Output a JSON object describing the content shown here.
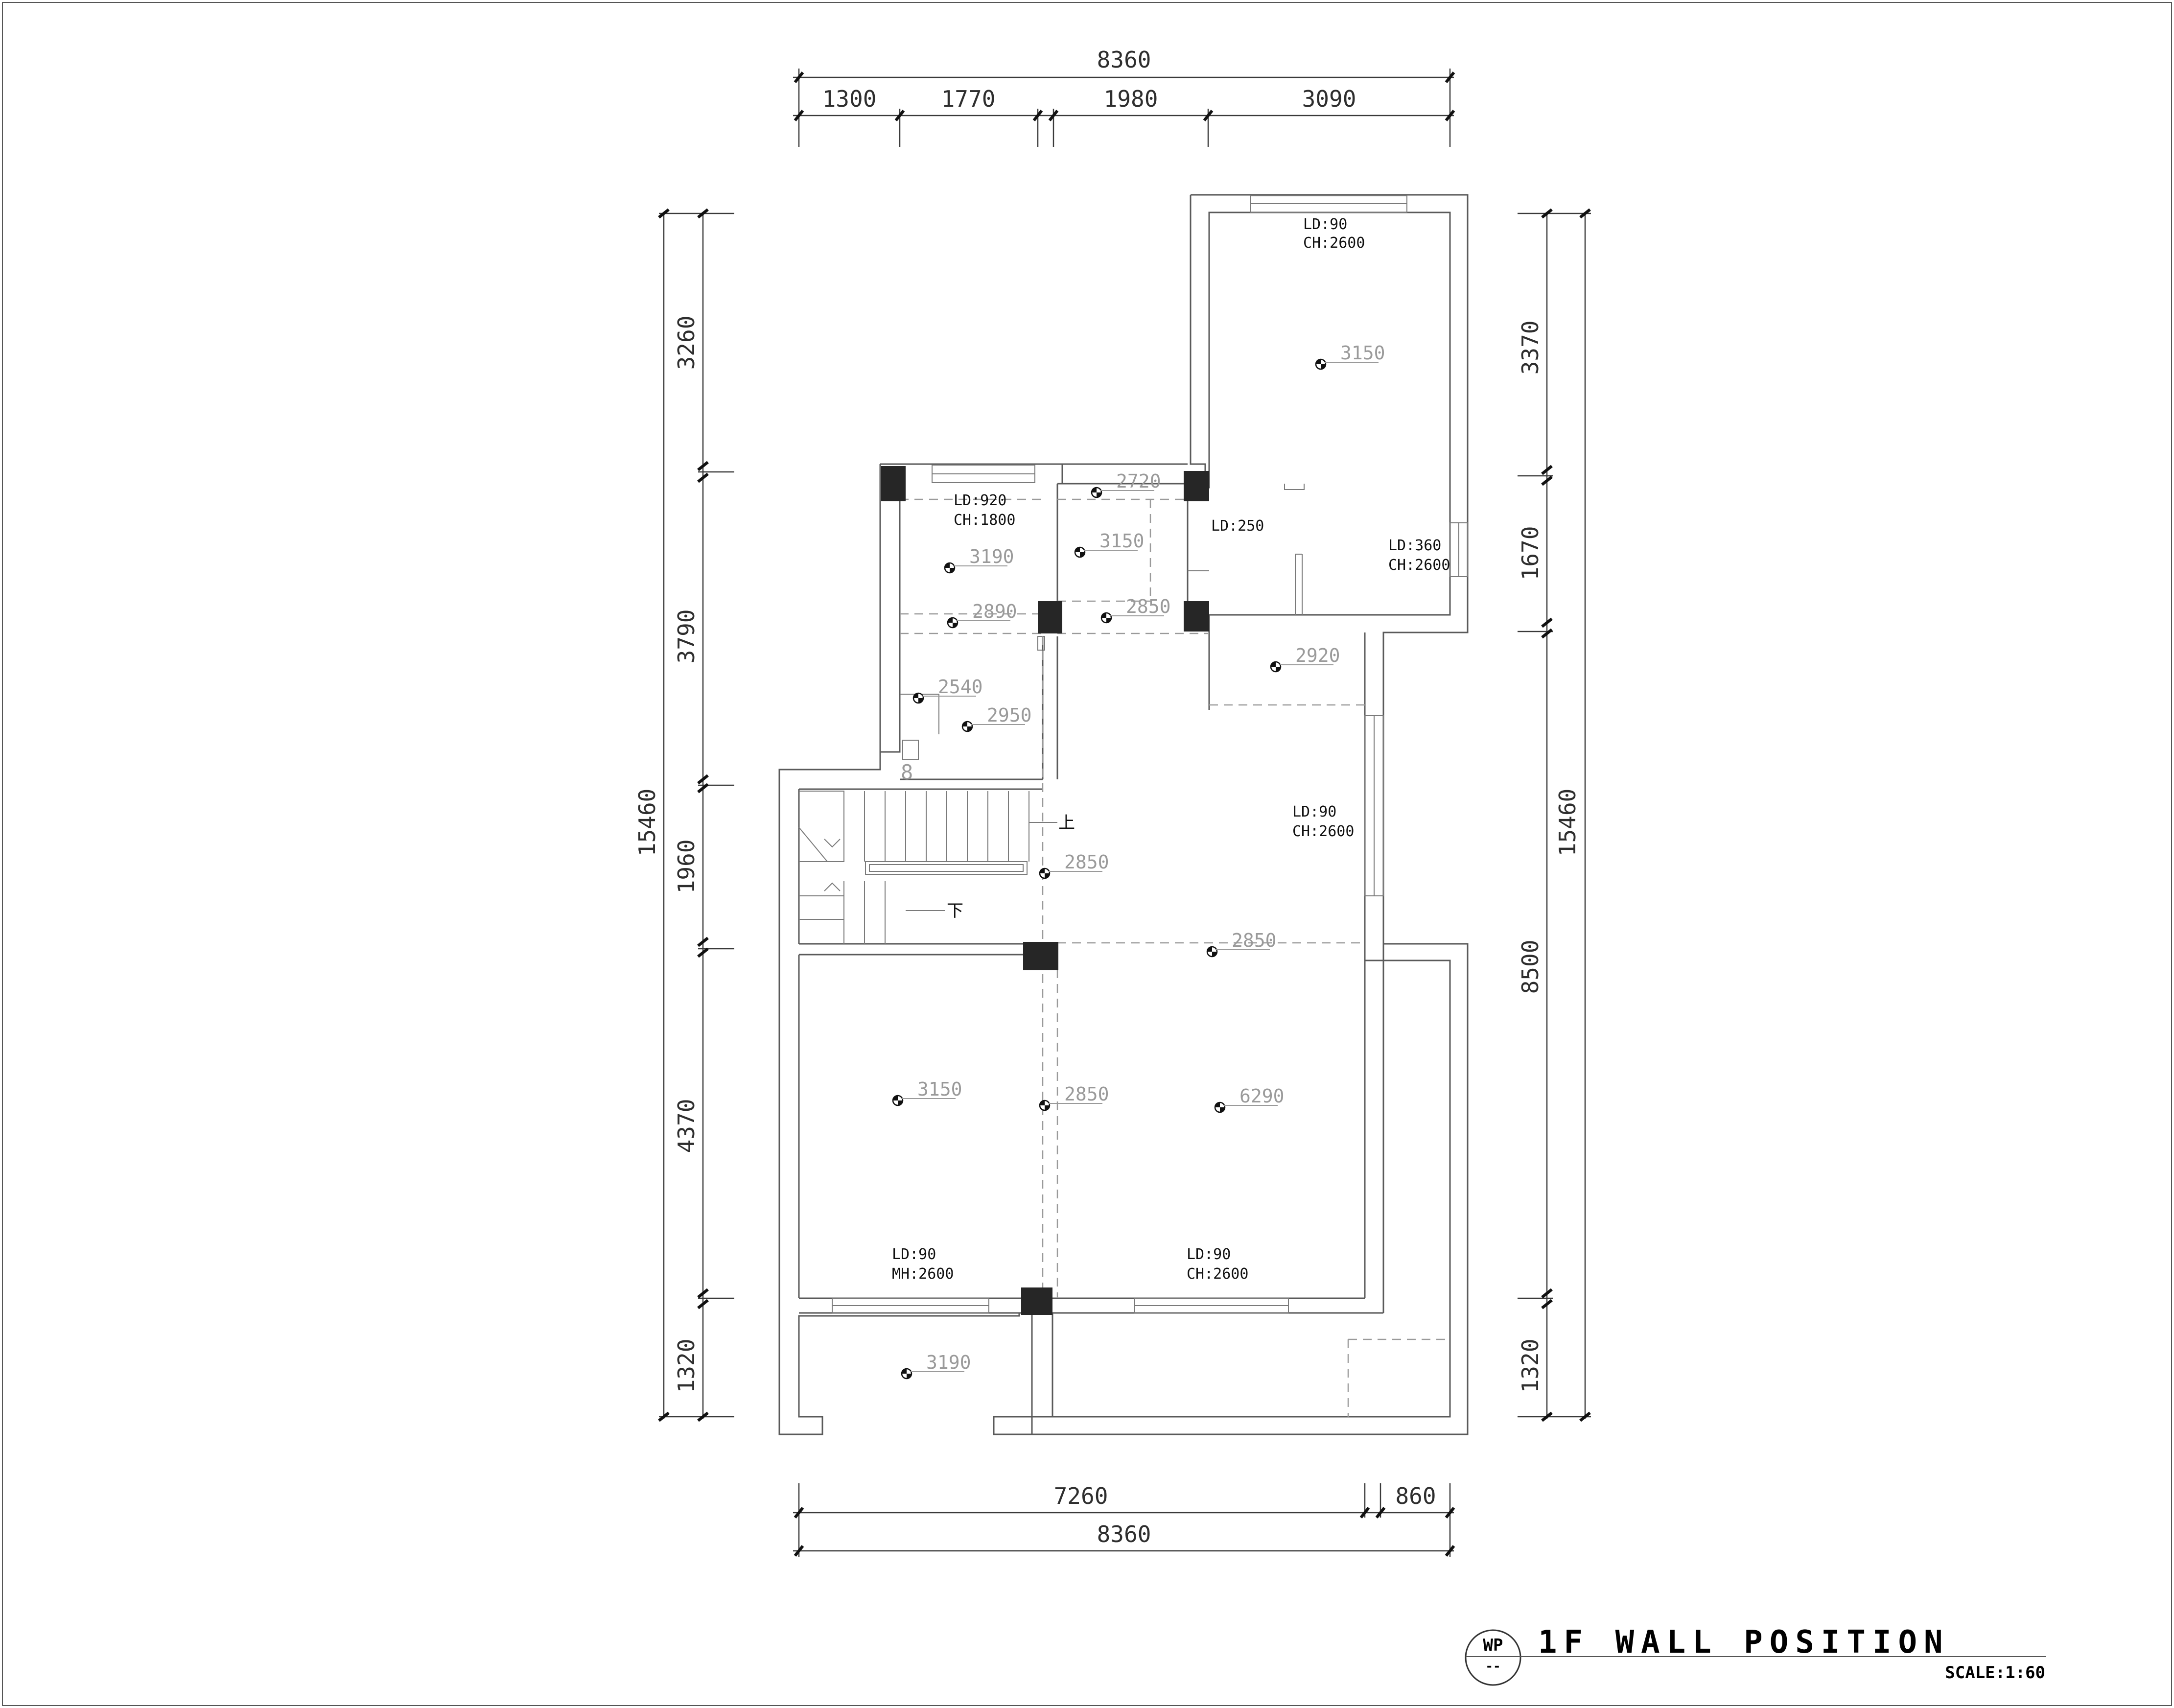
{
  "dimensions": {
    "top_total": "8360",
    "top_segments": [
      "1300",
      "1770",
      "1980",
      "3090"
    ],
    "left_total": "15460",
    "left_segments": [
      "3260",
      "3790",
      "1960",
      "4370",
      "1320"
    ],
    "right_total": "15460",
    "right_segments": [
      "3370",
      "1670",
      "8500",
      "1320"
    ],
    "bottom_segments": [
      "7260",
      "860"
    ],
    "bottom_total": "8360"
  },
  "room_tags": [
    {
      "line1": "LD:90",
      "line2": "CH:2600"
    },
    {
      "line1": "LD:920",
      "line2": "CH:1800"
    },
    {
      "line1": "LD:250",
      "line2": ""
    },
    {
      "line1": "LD:360",
      "line2": "CH:2600"
    },
    {
      "line1": "LD:90",
      "line2": "CH:2600"
    },
    {
      "line1": "LD:90",
      "line2": "MH:2600"
    },
    {
      "line1": "LD:90",
      "line2": "CH:2600"
    }
  ],
  "ceiling_heights": [
    "3150",
    "2720",
    "3150",
    "3190",
    "2890",
    "2850",
    "2920",
    "2540",
    "2950",
    "2850",
    "2850",
    "3150",
    "2850",
    "6290",
    "3190"
  ],
  "stair": {
    "up": "上",
    "down": "下",
    "step_count": "8"
  },
  "title_block": {
    "badge": "WP",
    "badge_sub": "--",
    "title": "1F WALL POSITION",
    "scale": "SCALE:1:60"
  },
  "colors": {
    "column_fill": "#262626",
    "wall_stroke": "#5a5a5a",
    "dash_stroke": "#9a9a9a"
  }
}
